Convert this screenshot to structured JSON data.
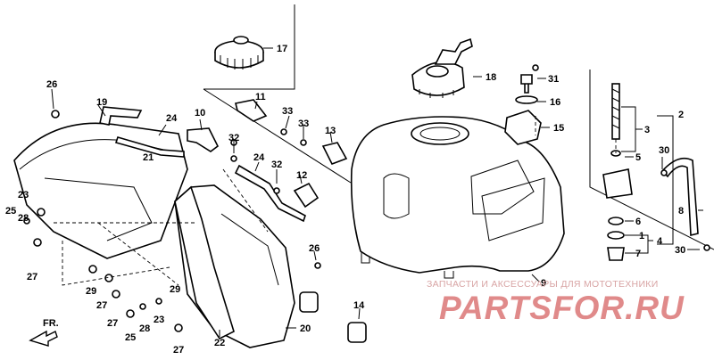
{
  "diagram": {
    "callouts": [
      {
        "id": "c1",
        "text": "1"
      },
      {
        "id": "c2",
        "text": "2"
      },
      {
        "id": "c3",
        "text": "3"
      },
      {
        "id": "c4",
        "text": "4"
      },
      {
        "id": "c5",
        "text": "5"
      },
      {
        "id": "c6",
        "text": "6"
      },
      {
        "id": "c7",
        "text": "7"
      },
      {
        "id": "c8",
        "text": "8"
      },
      {
        "id": "c9",
        "text": "9"
      },
      {
        "id": "c10",
        "text": "10"
      },
      {
        "id": "c11",
        "text": "11"
      },
      {
        "id": "c12",
        "text": "12"
      },
      {
        "id": "c13",
        "text": "13"
      },
      {
        "id": "c14",
        "text": "14"
      },
      {
        "id": "c15",
        "text": "15"
      },
      {
        "id": "c16",
        "text": "16"
      },
      {
        "id": "c17",
        "text": "17"
      },
      {
        "id": "c18",
        "text": "18"
      },
      {
        "id": "c19",
        "text": "19"
      },
      {
        "id": "c20",
        "text": "20"
      },
      {
        "id": "c21",
        "text": "21"
      },
      {
        "id": "c22",
        "text": "22"
      },
      {
        "id": "c23a",
        "text": "23"
      },
      {
        "id": "c23b",
        "text": "23"
      },
      {
        "id": "c24a",
        "text": "24"
      },
      {
        "id": "c24b",
        "text": "24"
      },
      {
        "id": "c25a",
        "text": "25"
      },
      {
        "id": "c25b",
        "text": "25"
      },
      {
        "id": "c26a",
        "text": "26"
      },
      {
        "id": "c26b",
        "text": "26"
      },
      {
        "id": "c27a",
        "text": "27"
      },
      {
        "id": "c27b",
        "text": "27"
      },
      {
        "id": "c27c",
        "text": "27"
      },
      {
        "id": "c27d",
        "text": "27"
      },
      {
        "id": "c28a",
        "text": "28"
      },
      {
        "id": "c28b",
        "text": "28"
      },
      {
        "id": "c29a",
        "text": "29"
      },
      {
        "id": "c29b",
        "text": "29"
      },
      {
        "id": "c30a",
        "text": "30"
      },
      {
        "id": "c30b",
        "text": "30"
      },
      {
        "id": "c31",
        "text": "31"
      },
      {
        "id": "c32a",
        "text": "32"
      },
      {
        "id": "c32b",
        "text": "32"
      },
      {
        "id": "c33a",
        "text": "33"
      },
      {
        "id": "c33b",
        "text": "33"
      }
    ],
    "front_label": "FR.",
    "watermark": {
      "line1": "ЗАПЧАСТИ И АКСЕССУАРЫ ДЛЯ МОТОТЕХНИКИ",
      "line2": "PARTSFOR.RU"
    }
  }
}
